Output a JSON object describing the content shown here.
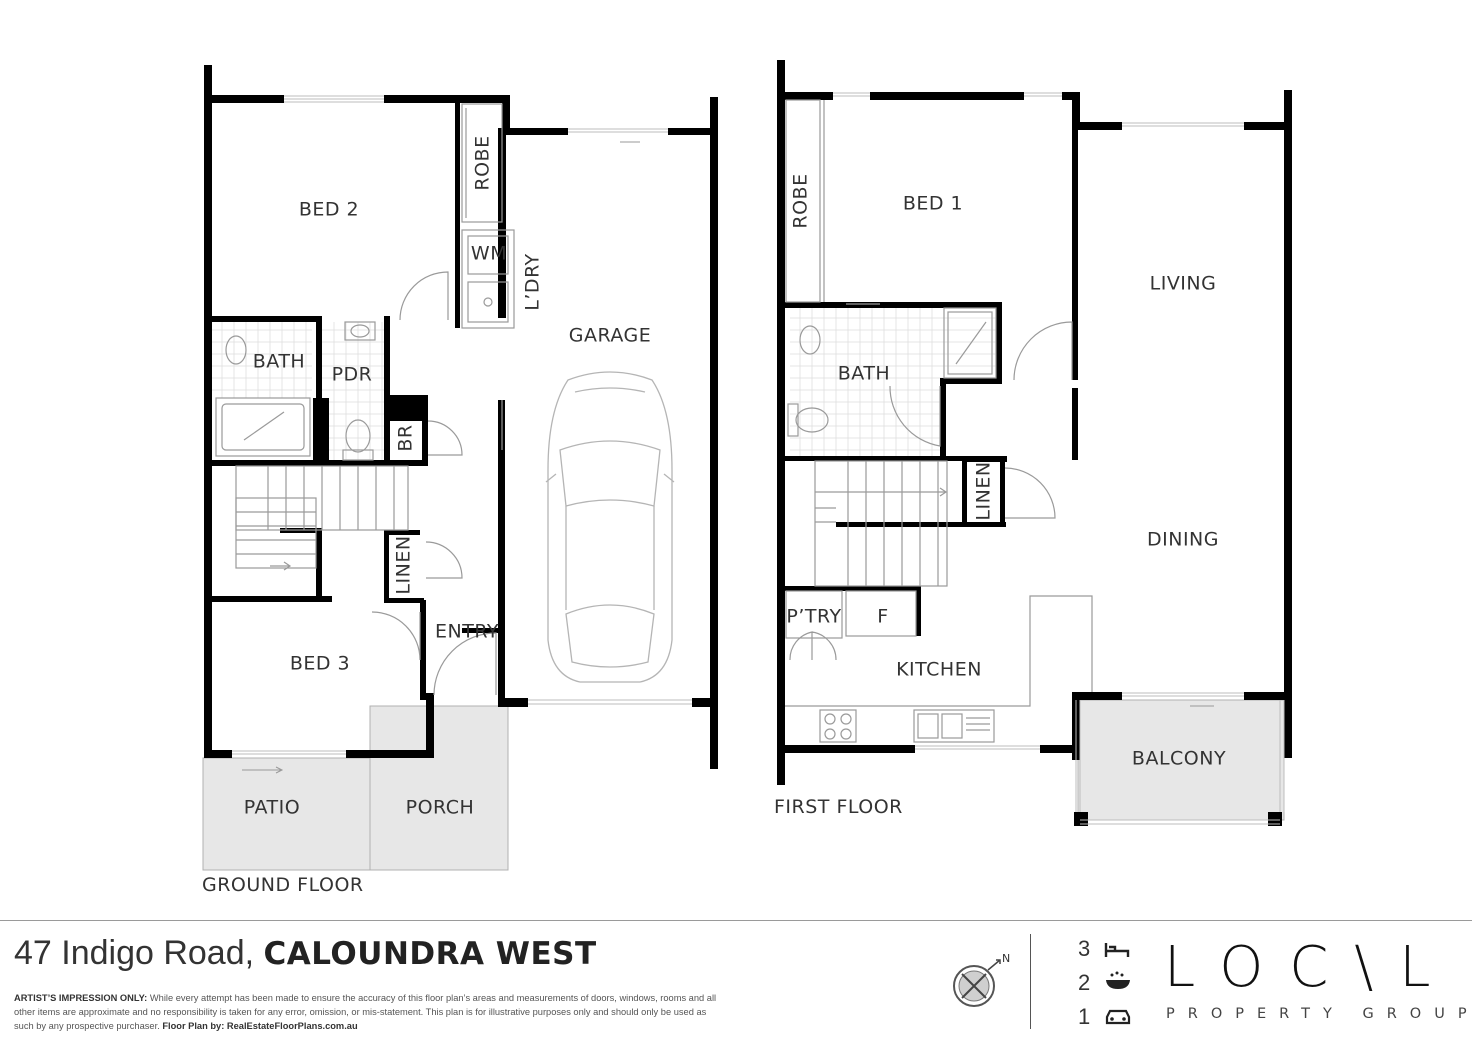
{
  "rooms": {
    "bed2": "BED 2",
    "robe_ground": "ROBE",
    "wm": "WM",
    "ldry": "L’DRY",
    "garage": "GARAGE",
    "bath_ground": "BATH",
    "pdr": "PDR",
    "br": "BR",
    "linen_ground": "LINEN",
    "entry": "ENTRY",
    "bed3": "BED 3",
    "patio": "PATIO",
    "porch": "PORCH",
    "bed1": "BED 1",
    "robe_first": "ROBE",
    "living": "LIVING",
    "bath_first": "BATH",
    "linen_first": "LINEN",
    "dining": "DINING",
    "ptry": "P’TRY",
    "fridge": "F",
    "kitchen": "KITCHEN",
    "balcony": "BALCONY"
  },
  "floors": {
    "ground": "GROUND FLOOR",
    "first": "FIRST FLOOR"
  },
  "footer": {
    "street": "47 Indigo Road,",
    "suburb": "CALOUNDRA WEST",
    "disclaimer_lead": "ARTIST’S IMPRESSION ONLY:",
    "disclaimer_body": "While every attempt has been made to ensure the accuracy of this floor plan’s areas and measurements of doors, windows, rooms and all other items are approximate and no responsibility is taken for any error, omission, or mis-statement. This plan is for illustrative purposes only and should only be used as such by any prospective purchaser.",
    "credit_lead": "Floor Plan by:",
    "credit": "RealEstateFloorPlans.com.au",
    "compass_letter": "N"
  },
  "features": {
    "bedrooms": "3",
    "bathrooms": "2",
    "car_spaces": "1"
  },
  "brand": {
    "name": "LOC\\L",
    "tagline": "PROPERTY GROUP"
  },
  "icons": [
    "bed-icon",
    "bath-icon",
    "car-icon",
    "compass-icon"
  ]
}
